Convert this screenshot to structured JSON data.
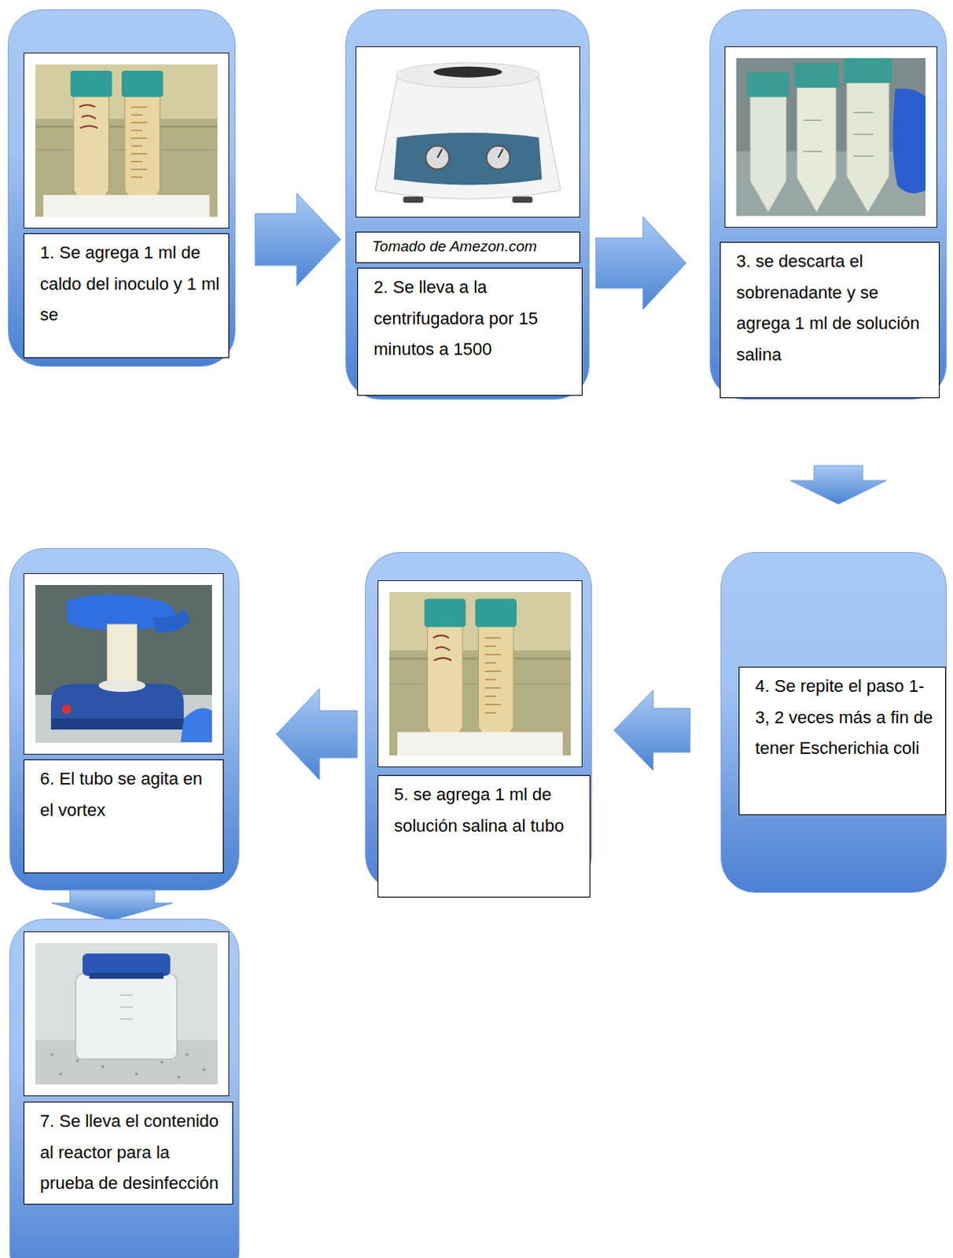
{
  "diagram": {
    "nodes": [
      {
        "text": [
          "1. Se agrega 1 ml de caldo del inoculo y 1 ml se"
        ]
      },
      {
        "text": [
          "Tomado de Amezon.com",
          "2. Se lleva a la centrifugadora por 15 minutos a 1500"
        ]
      },
      {
        "text": [
          "3. se descarta el sobrenadante y se agrega 1 ml de solución salina"
        ]
      },
      {
        "text": [
          "4. Se repite el paso 1-3, 2 veces más a fin de tener Escherichia coli"
        ]
      },
      {
        "text": [
          "5. se agrega 1 ml de solución salina al tubo"
        ]
      },
      {
        "text": [
          "6. El tubo se agita en el vortex"
        ]
      },
      {
        "text": [
          "7. Se lleva el contenido al reactor para la prueba de desinfección"
        ]
      }
    ],
    "edges": [
      {
        "from": 0,
        "to": 1,
        "arrow": "to"
      },
      {
        "from": 1,
        "to": 2,
        "arrow": "to"
      },
      {
        "from": 2,
        "to": 3,
        "arrow": "to"
      },
      {
        "from": 3,
        "to": 4,
        "arrow": "to"
      },
      {
        "from": 4,
        "to": 5,
        "arrow": "to"
      },
      {
        "from": 5,
        "to": 6,
        "arrow": "to"
      }
    ]
  }
}
